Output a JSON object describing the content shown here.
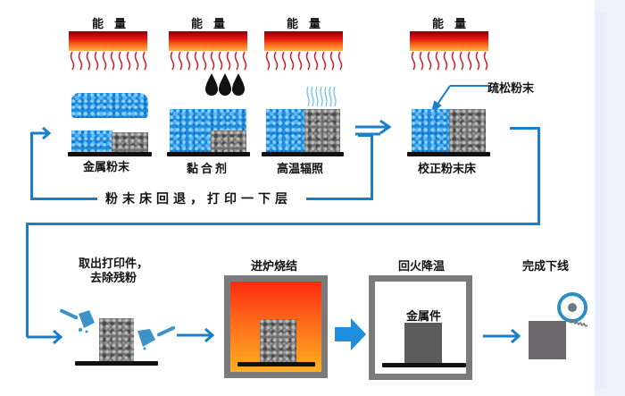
{
  "title": "金属粘结剂喷射3D打印工艺流程",
  "colors": {
    "flow_line": "#1a7fc8",
    "powder": "#1e8fe0",
    "part": "#6f6f6f",
    "heater_top": "#8a0000",
    "heater_bottom": "#ffb060"
  },
  "top_row": {
    "energy_label": "能量",
    "steps": [
      {
        "label": "金属粉末",
        "has_energy": true
      },
      {
        "label": "黏合剂",
        "has_energy": true,
        "icon": "ink-drops-icon"
      },
      {
        "label": "高温辐照",
        "has_energy": true,
        "icon": "heat-steam-icon"
      },
      {
        "label": "校正粉末床",
        "has_energy": true,
        "callout": "疏松粉末"
      }
    ],
    "loop_label": "粉末床回退，打印一下层"
  },
  "bottom_row": {
    "steps": [
      {
        "label_line1": "取出打印件，",
        "label_line2": "去除残粉",
        "icon": "brush-icon"
      },
      {
        "label": "进炉烧结"
      },
      {
        "label": "回火降温",
        "inner_label": "金属件"
      },
      {
        "label": "完成下线",
        "icon": "drill-icon"
      }
    ]
  }
}
